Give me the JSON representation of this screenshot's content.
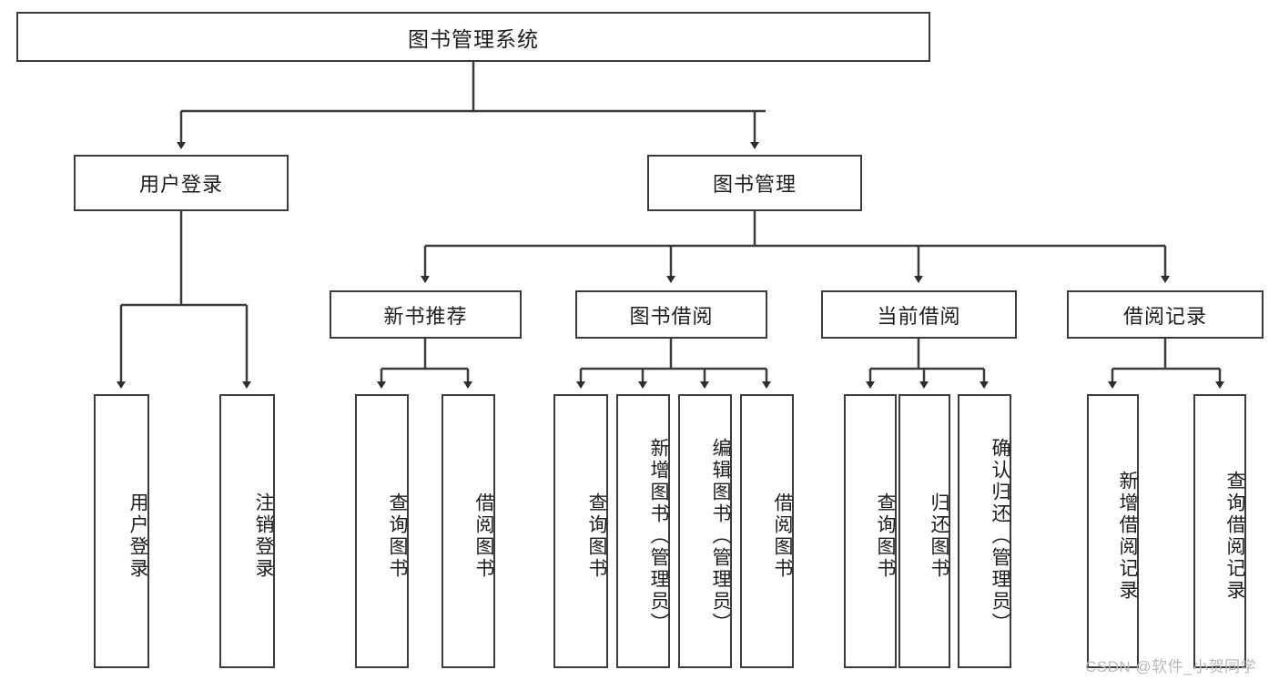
{
  "diagram": {
    "type": "tree-hierarchy",
    "title": "图书管理系统",
    "root": {
      "id": "root",
      "label": "图书管理系统"
    },
    "level2": [
      {
        "id": "user-login",
        "label": "用户登录"
      },
      {
        "id": "book-manage",
        "label": "图书管理"
      }
    ],
    "level3": [
      {
        "id": "new-book-recommend",
        "label": "新书推荐",
        "parent": "book-manage"
      },
      {
        "id": "book-borrow",
        "label": "图书借阅",
        "parent": "book-manage"
      },
      {
        "id": "current-borrow",
        "label": "当前借阅",
        "parent": "book-manage"
      },
      {
        "id": "borrow-record",
        "label": "借阅记录",
        "parent": "book-manage"
      }
    ],
    "leaves": [
      {
        "id": "leaf-user-login",
        "label": "用户登录",
        "parent": "user-login"
      },
      {
        "id": "leaf-user-logout",
        "label": "注销登录",
        "parent": "user-login"
      },
      {
        "id": "leaf-query-book-1",
        "label": "查询图书",
        "parent": "new-book-recommend"
      },
      {
        "id": "leaf-borrow-book-1",
        "label": "借阅图书",
        "parent": "new-book-recommend"
      },
      {
        "id": "leaf-query-book-2",
        "label": "查询图书",
        "parent": "book-borrow"
      },
      {
        "id": "leaf-add-book",
        "label": "新增图书（管理员）",
        "parent": "book-borrow"
      },
      {
        "id": "leaf-edit-book",
        "label": "编辑图书（管理员）",
        "parent": "book-borrow"
      },
      {
        "id": "leaf-borrow-book-2",
        "label": "借阅图书",
        "parent": "book-borrow"
      },
      {
        "id": "leaf-query-book-3",
        "label": "查询图书",
        "parent": "current-borrow"
      },
      {
        "id": "leaf-return-book",
        "label": "归还图书",
        "parent": "current-borrow"
      },
      {
        "id": "leaf-confirm-return",
        "label": "确认归还（管理员）",
        "parent": "current-borrow"
      },
      {
        "id": "leaf-add-record",
        "label": "新增借阅记录",
        "parent": "borrow-record"
      },
      {
        "id": "leaf-query-record",
        "label": "查询借阅记录",
        "parent": "borrow-record"
      }
    ]
  },
  "watermark": {
    "text": "CSDN @软件_小贺同学"
  },
  "colors": {
    "stroke": "#3b3b3b",
    "text": "#1d1d1d",
    "background": "#ffffff",
    "watermark": "#b9b9b9"
  }
}
